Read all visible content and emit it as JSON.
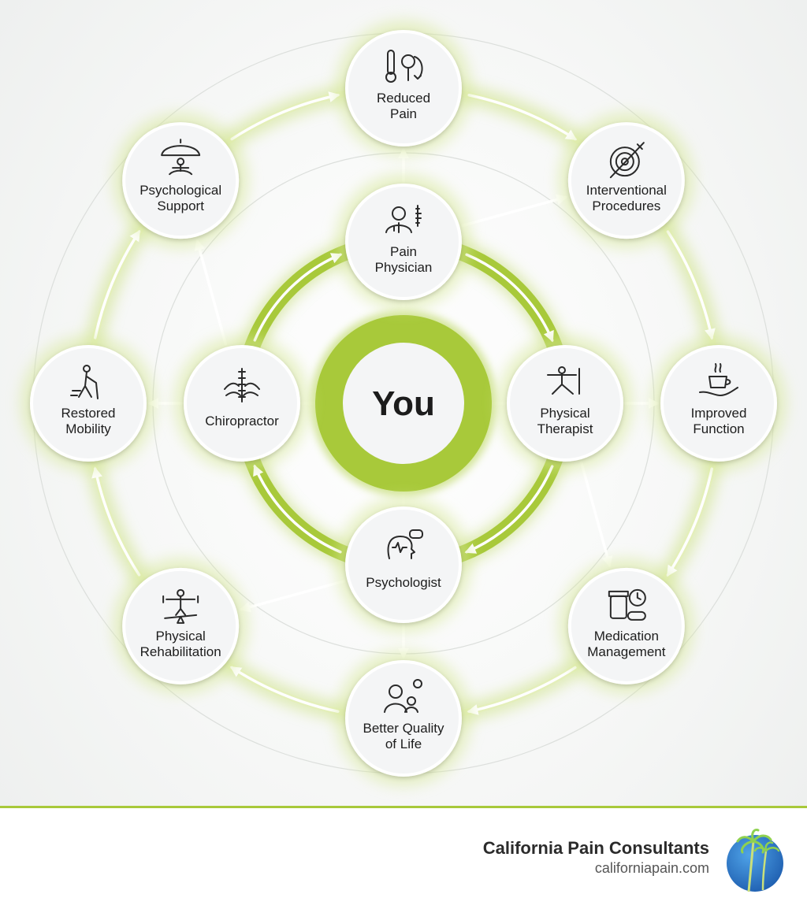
{
  "center": {
    "label": "You"
  },
  "inner_ring": [
    {
      "id": "pain-physician",
      "lines": [
        "Pain",
        "Physician"
      ],
      "icon": "doctor-spine-icon"
    },
    {
      "id": "physical-therapist",
      "lines": [
        "Physical",
        "Therapist"
      ],
      "icon": "stretching-person-icon"
    },
    {
      "id": "psychologist",
      "lines": [
        "Psychologist"
      ],
      "icon": "head-chat-icon"
    },
    {
      "id": "chiropractor",
      "lines": [
        "Chiropractor"
      ],
      "icon": "hands-spine-icon"
    }
  ],
  "outer_ring": [
    {
      "id": "reduced-pain",
      "lines": [
        "Reduced",
        "Pain"
      ],
      "icon": "thermometer-down-icon"
    },
    {
      "id": "interventional-procedures",
      "lines": [
        "Interventional",
        "Procedures"
      ],
      "icon": "target-syringe-icon"
    },
    {
      "id": "improved-function",
      "lines": [
        "Improved",
        "Function"
      ],
      "icon": "hand-cup-icon"
    },
    {
      "id": "medication-management",
      "lines": [
        "Medication",
        "Management"
      ],
      "icon": "pill-bottle-clock-icon"
    },
    {
      "id": "better-quality-of-life",
      "lines": [
        "Better Quality",
        "of Life"
      ],
      "icon": "family-sun-icon"
    },
    {
      "id": "physical-rehabilitation",
      "lines": [
        "Physical",
        "Rehabilitation"
      ],
      "icon": "balance-weights-icon"
    },
    {
      "id": "restored-mobility",
      "lines": [
        "Restored",
        "Mobility"
      ],
      "icon": "walking-cane-icon"
    },
    {
      "id": "psychological-support",
      "lines": [
        "Psychological",
        "Support"
      ],
      "icon": "umbrella-meditation-icon"
    }
  ],
  "footer": {
    "brand": "California Pain Consultants",
    "url": "californiapain.com",
    "logo_icon": "palm-tree-globe-icon"
  },
  "colors": {
    "accent": "#a8c93a",
    "accent_dark": "#93b82a",
    "node_fill": "#f4f5f6",
    "arrow": "#ffffff"
  }
}
